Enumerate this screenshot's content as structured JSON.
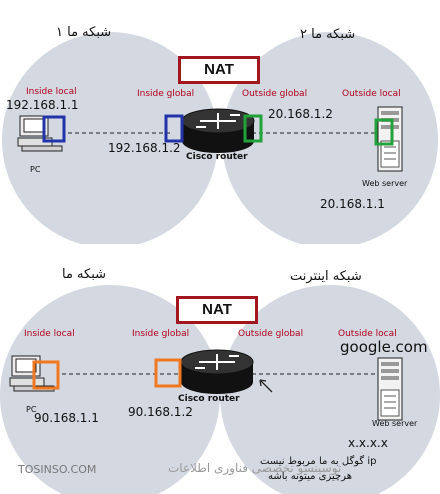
{
  "top": {
    "network_left": "شبکه ما ۱",
    "network_right": "شبکه ما ۲",
    "nat": "NAT",
    "inside_local": "Inside local",
    "inside_global": "Inside global",
    "outside_global": "Outside global",
    "outside_local": "Outside local",
    "ip_inside_local": "192.168.1.1",
    "ip_inside_global": "192.168.1.2",
    "ip_outside_global": "20.168.1.2",
    "ip_outside_local": "20.168.1.1",
    "pc_label": "PC",
    "router_label": "Cisco router",
    "server_label": "Web server",
    "marker_color": "#2233aa",
    "marker_color_2": "#22a33a"
  },
  "bottom": {
    "network_left": "شبکه ما",
    "network_right": "شبکه اینترنت",
    "nat": "NAT",
    "inside_local": "Inside local",
    "inside_global": "Inside global",
    "outside_global": "Outside global",
    "outside_local": "Outside local",
    "ip_inside_local": "90.168.1.1",
    "ip_inside_global": "90.168.1.2",
    "ip_outside": "x.x.x.x",
    "google": "google.com",
    "pc_label": "PC",
    "router_label": "Cisco router",
    "server_label": "Web server",
    "note_line1": "ip گوگل به ما مربوط نیست",
    "note_line2": "هرچیزی میتونه باشه",
    "marker_color": "#f07820"
  },
  "footer": {
    "watermark": "TOSINSO.COM",
    "watermark_rtl": "توسینسو تخصصی فناوری اطلاعات"
  }
}
